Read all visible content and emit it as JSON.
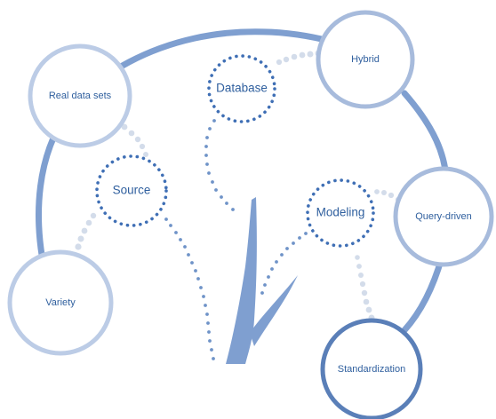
{
  "diagram": {
    "outer_nodes": {
      "real_data_sets": "Real data sets",
      "hybrid": "Hybrid",
      "query_driven": "Query-driven",
      "variety": "Variety",
      "standardization": "Standardization"
    },
    "inner_nodes": {
      "database": "Database",
      "source": "Source",
      "modeling": "Modeling"
    },
    "colors": {
      "ring": "#7f9fd0",
      "outer_circle_light": "#bccce6",
      "outer_circle_mid": "#a7bbdc",
      "outer_circle_dark": "#5a7fb8",
      "inner_dotted": "#3f6fb5",
      "faded_dots": "#d3dcea",
      "tree": "#7f9fd0",
      "label": "#2f5f9e"
    }
  }
}
